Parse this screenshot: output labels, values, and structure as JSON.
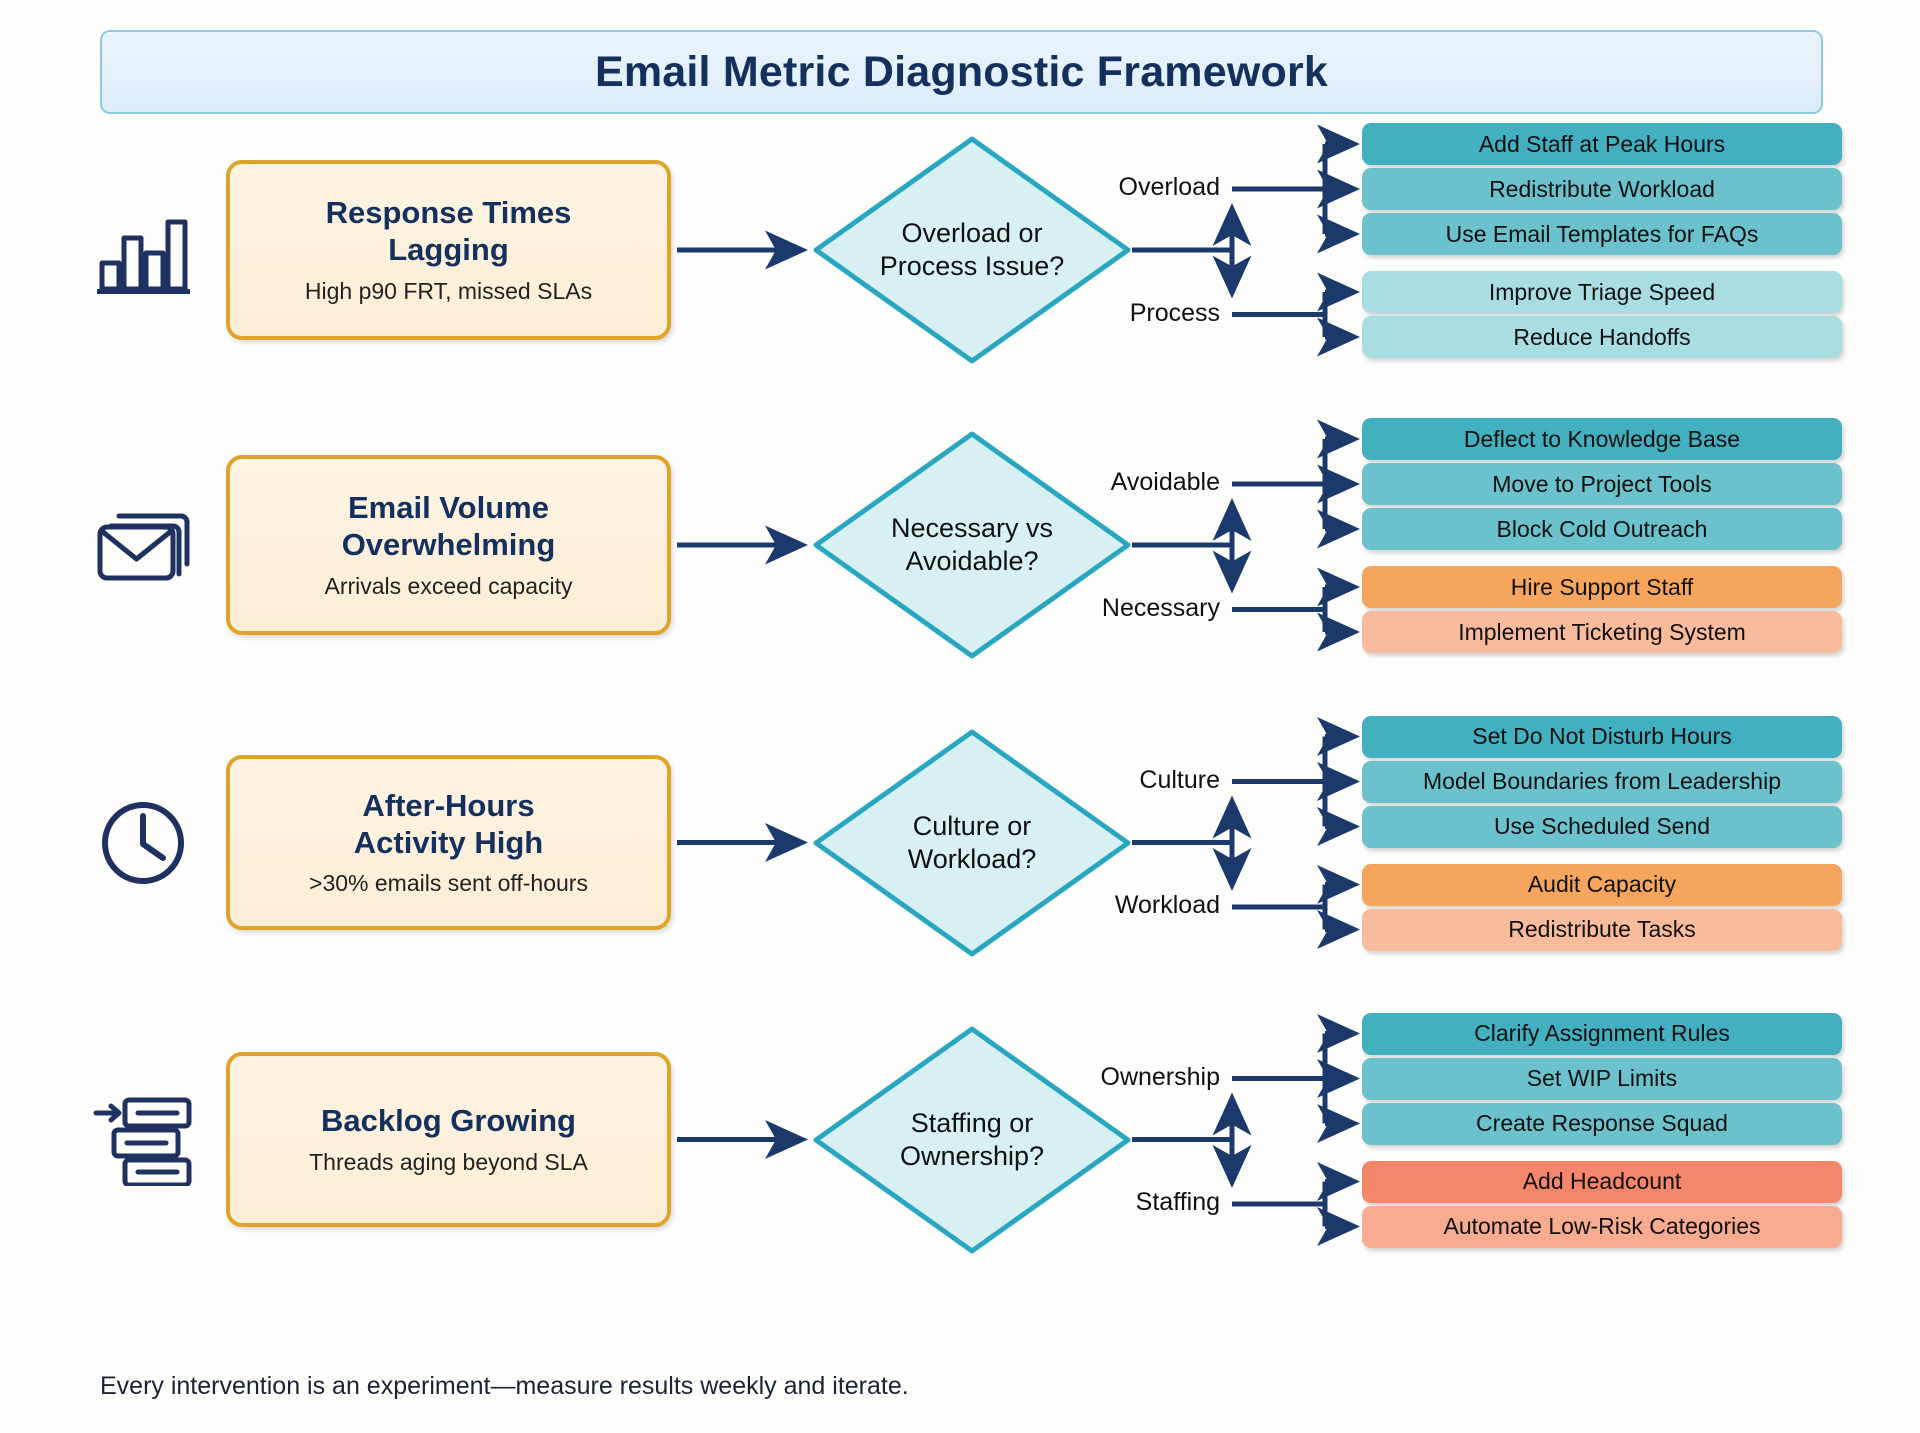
{
  "header": {
    "title": "Email Metric Diagnostic Framework"
  },
  "caption": "Every intervention is an experiment—measure results weekly and iterate.",
  "colors": {
    "title_text": "#14305c",
    "banner_bg": "#e4f0fa",
    "banner_border": "#8fcbe0",
    "card_bg": "#fbeed7",
    "card_border": "#e0a32a",
    "diamond_fill": "#d9f0f3",
    "diamond_border": "#2aa7c0",
    "arrow": "#1b3a6b",
    "teal_dark": "#43b0c1",
    "teal_mid": "#6bc2cc",
    "teal_pale": "#a8dde2",
    "orange": "#f5a65c",
    "orange_pale": "#f8bb9b",
    "coral": "#f3866b",
    "coral_pale": "#f7ab90"
  },
  "rows": [
    {
      "icon": "bar-chart-icon",
      "problem_title": "Response Times\nLagging",
      "problem_sub": "High p90 FRT, missed SLAs",
      "decision": "Overload or\nProcess Issue?",
      "branches": [
        {
          "label": "Overload",
          "actions": [
            {
              "text": "Add Staff at Peak Hours",
              "color": "#43b0c1"
            },
            {
              "text": "Redistribute Workload",
              "color": "#6bc2cc"
            },
            {
              "text": "Use Email Templates for FAQs",
              "color": "#6bc2cc"
            }
          ]
        },
        {
          "label": "Process",
          "actions": [
            {
              "text": "Improve Triage Speed",
              "color": "#a8dde2"
            },
            {
              "text": "Reduce Handoffs",
              "color": "#a8dde2"
            }
          ]
        }
      ]
    },
    {
      "icon": "envelopes-icon",
      "problem_title": "Email Volume\nOverwhelming",
      "problem_sub": "Arrivals exceed capacity",
      "decision": "Necessary vs\nAvoidable?",
      "branches": [
        {
          "label": "Avoidable",
          "actions": [
            {
              "text": "Deflect to Knowledge Base",
              "color": "#43b0c1"
            },
            {
              "text": "Move to Project Tools",
              "color": "#6bc2cc"
            },
            {
              "text": "Block Cold Outreach",
              "color": "#6bc2cc"
            }
          ]
        },
        {
          "label": "Necessary",
          "actions": [
            {
              "text": "Hire Support Staff",
              "color": "#f5a65c"
            },
            {
              "text": "Implement Ticketing System",
              "color": "#f8bb9b"
            }
          ]
        }
      ]
    },
    {
      "icon": "clock-icon",
      "problem_title": "After-Hours\nActivity High",
      "problem_sub": ">30% emails sent off-hours",
      "decision": "Culture or\nWorkload?",
      "branches": [
        {
          "label": "Culture",
          "actions": [
            {
              "text": "Set Do Not Disturb Hours",
              "color": "#43b0c1"
            },
            {
              "text": "Model Boundaries from Leadership",
              "color": "#6bc2cc"
            },
            {
              "text": "Use Scheduled Send",
              "color": "#6bc2cc"
            }
          ]
        },
        {
          "label": "Workload",
          "actions": [
            {
              "text": "Audit Capacity",
              "color": "#f5a65c"
            },
            {
              "text": "Redistribute Tasks",
              "color": "#f8bb9b"
            }
          ]
        }
      ]
    },
    {
      "icon": "backlog-icon",
      "problem_title": "Backlog Growing",
      "problem_sub": "Threads aging beyond SLA",
      "decision": "Staffing or\nOwnership?",
      "branches": [
        {
          "label": "Ownership",
          "actions": [
            {
              "text": "Clarify Assignment Rules",
              "color": "#43b0c1"
            },
            {
              "text": "Set WIP Limits",
              "color": "#6bc2cc"
            },
            {
              "text": "Create Response Squad",
              "color": "#6bc2cc"
            }
          ]
        },
        {
          "label": "Staffing",
          "actions": [
            {
              "text": "Add Headcount",
              "color": "#f3866b"
            },
            {
              "text": "Automate Low-Risk Categories",
              "color": "#f7ab90"
            }
          ]
        }
      ]
    }
  ]
}
